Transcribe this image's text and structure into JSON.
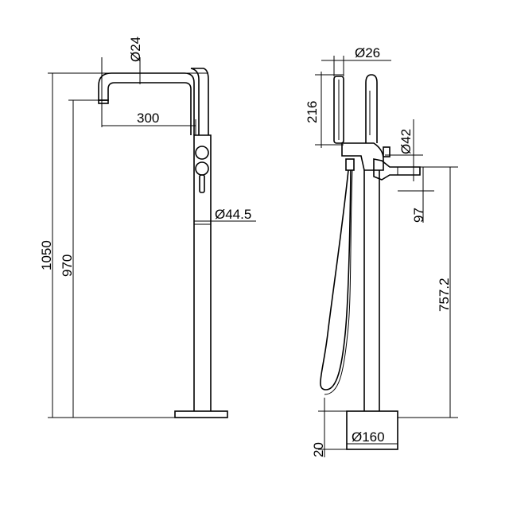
{
  "labels": {
    "spout_diameter": "Ø24",
    "spout_reach": "300",
    "total_height": "1050",
    "spout_height": "970",
    "column_diameter": "Ø44.5",
    "handshower_diameter": "Ø26",
    "handshower_length": "216",
    "body_diameter": "Ø42",
    "handle_offset": "97",
    "handle_height": "757.2",
    "base_thickness": "20",
    "base_diameter": "Ø160"
  }
}
